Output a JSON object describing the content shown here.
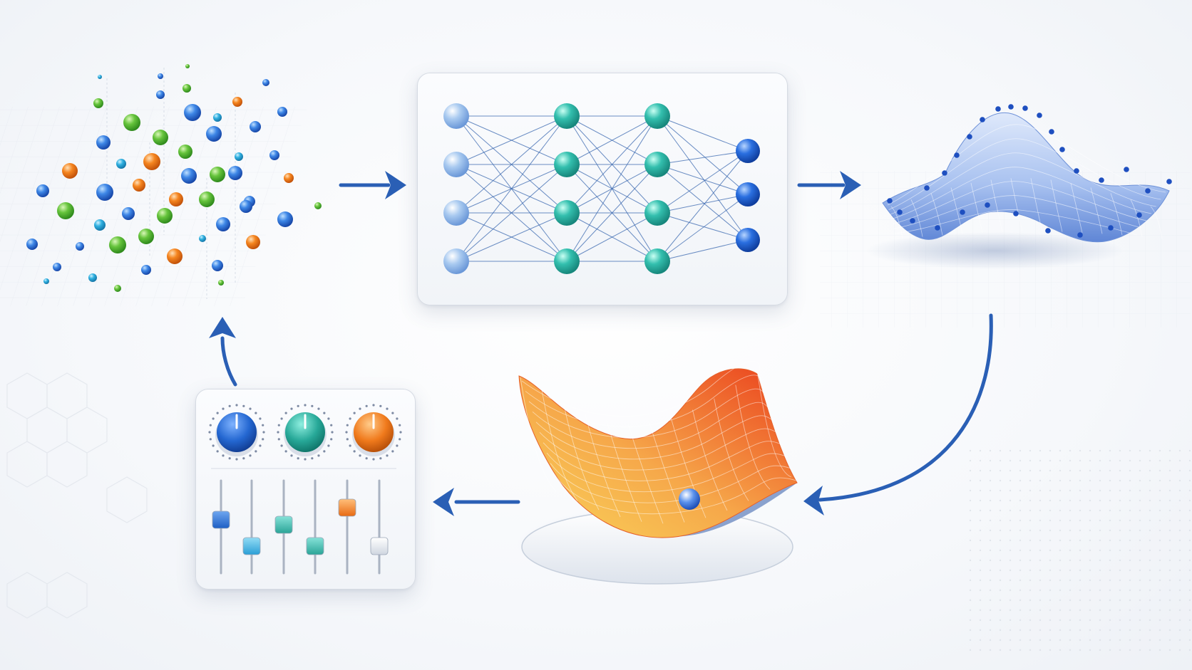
{
  "colors": {
    "arrow": "#2a5fb5",
    "point_blue": "#2f6fd6",
    "point_green": "#5cbf3c",
    "point_orange": "#f07a1c",
    "point_cyan": "#2aa8d8",
    "nn_input": "#9cc2ee",
    "nn_hidden": "#2fb8a8",
    "nn_output": "#1e5fd6",
    "edge": "#3a68b0",
    "surface_blue": "#8fb0ea",
    "loss_orange": "#ef5a23",
    "loss_yellow": "#f7c548",
    "knob_blue": "#2467d1",
    "knob_teal": "#27a898",
    "knob_orange": "#f07a1c",
    "slider_blue": "#2f76d8",
    "slider_teal": "#3bbcb0",
    "slider_orange": "#f3821f",
    "slider_white": "#e6eaf0"
  },
  "diagram": {
    "stages": [
      {
        "id": "data-points",
        "icon": "scatter-cloud-icon"
      },
      {
        "id": "neural-network",
        "icon": "network-icon",
        "layers": [
          4,
          4,
          4,
          3
        ]
      },
      {
        "id": "fitted-surface",
        "icon": "surface-icon"
      },
      {
        "id": "loss-landscape",
        "icon": "loss-surface-icon"
      },
      {
        "id": "hyperparameters",
        "icon": "mixer-icon",
        "knobs": 3,
        "sliders": 6
      }
    ],
    "flow": [
      [
        "data-points",
        "neural-network"
      ],
      [
        "neural-network",
        "fitted-surface"
      ],
      [
        "fitted-surface",
        "loss-landscape"
      ],
      [
        "loss-landscape",
        "hyperparameters"
      ],
      [
        "hyperparameters",
        "data-points"
      ]
    ]
  }
}
